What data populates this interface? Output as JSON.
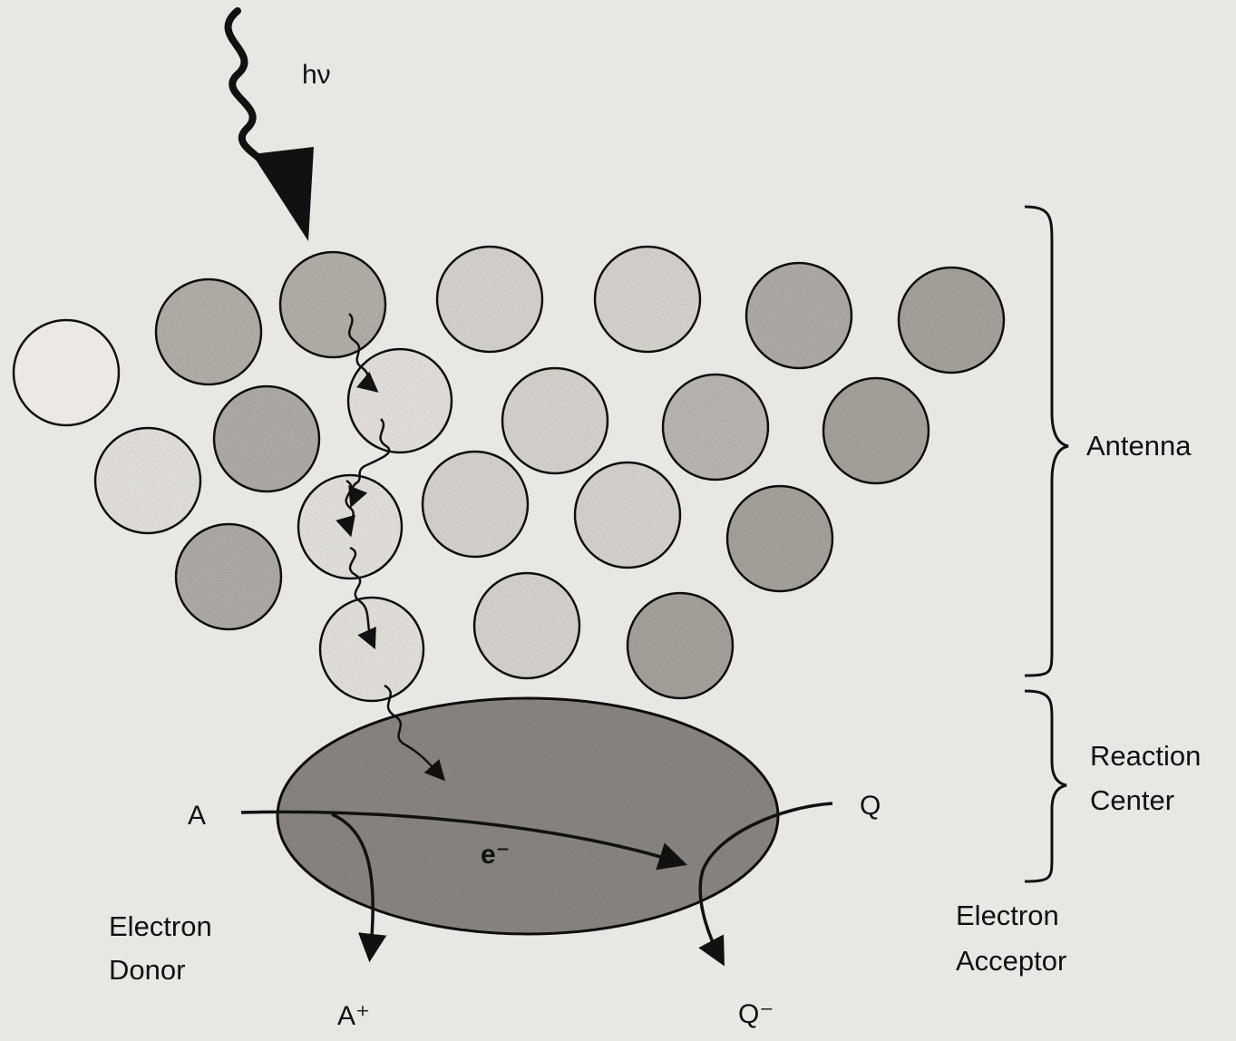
{
  "diagram": {
    "photon_label": "hν",
    "antenna_label": "Antenna",
    "reaction_center_label_line1": "Reaction",
    "reaction_center_label_line2": "Center",
    "electron_label": "e⁻",
    "donor_symbol": "A",
    "donor_oxidized": "A⁺",
    "acceptor_symbol": "Q",
    "acceptor_reduced": "Q⁻",
    "donor_caption_line1": "Electron",
    "donor_caption_line2": "Donor",
    "acceptor_caption_line1": "Electron",
    "acceptor_caption_line2": "Acceptor"
  },
  "colors": {
    "ink": "#111111",
    "pigment_shaded": "#b5b1ab",
    "pigment_light": "#ece9e4",
    "reaction_center_fill": "#8f8a84",
    "background": "#e9e7e3"
  }
}
